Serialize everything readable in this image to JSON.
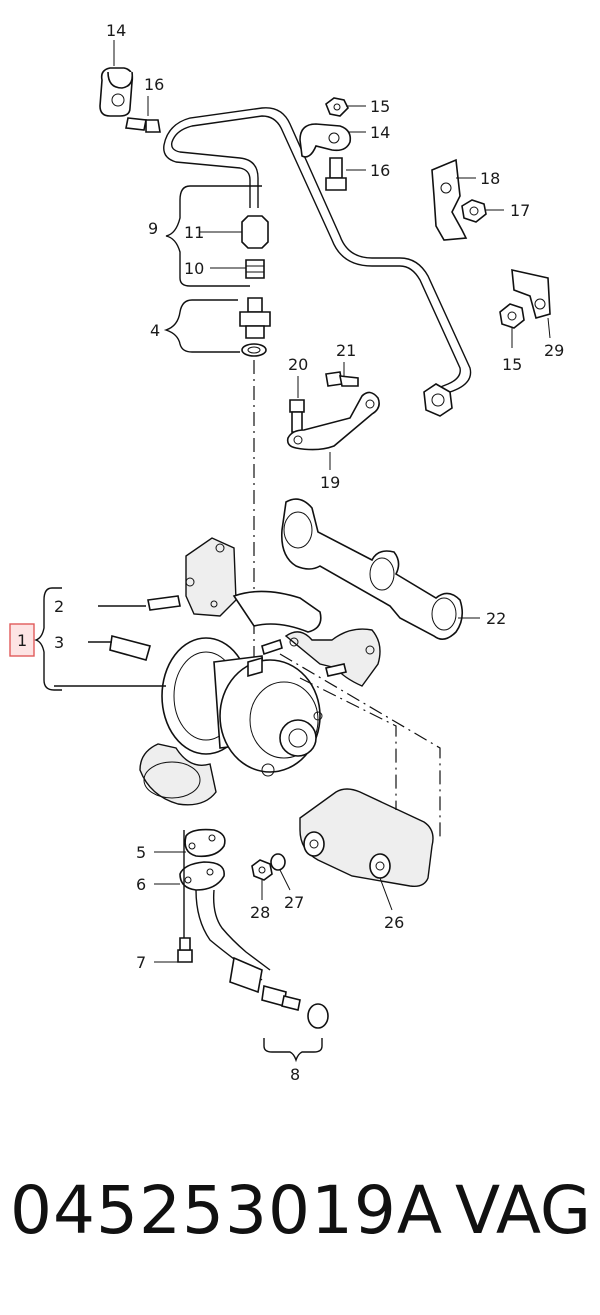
{
  "diagram": {
    "callouts": [
      {
        "id": "c14a",
        "text": "14"
      },
      {
        "id": "c16a",
        "text": "16"
      },
      {
        "id": "c15a",
        "text": "15"
      },
      {
        "id": "c14b",
        "text": "14"
      },
      {
        "id": "c16b",
        "text": "16"
      },
      {
        "id": "c18",
        "text": "18"
      },
      {
        "id": "c17",
        "text": "17"
      },
      {
        "id": "c9",
        "text": "9"
      },
      {
        "id": "c11",
        "text": "11"
      },
      {
        "id": "c10",
        "text": "10"
      },
      {
        "id": "c4",
        "text": "4"
      },
      {
        "id": "c15b",
        "text": "15"
      },
      {
        "id": "c29",
        "text": "29"
      },
      {
        "id": "c20",
        "text": "20"
      },
      {
        "id": "c21",
        "text": "21"
      },
      {
        "id": "c19",
        "text": "19"
      },
      {
        "id": "c22",
        "text": "22"
      },
      {
        "id": "c1",
        "text": "1"
      },
      {
        "id": "c2",
        "text": "2"
      },
      {
        "id": "c3",
        "text": "3"
      },
      {
        "id": "c5",
        "text": "5"
      },
      {
        "id": "c6",
        "text": "6"
      },
      {
        "id": "c7",
        "text": "7"
      },
      {
        "id": "c28",
        "text": "28"
      },
      {
        "id": "c27",
        "text": "27"
      },
      {
        "id": "c26",
        "text": "26"
      },
      {
        "id": "c8",
        "text": "8"
      }
    ],
    "highlight_color": "#e05a5a",
    "highlight_fill": "#fde4e4"
  },
  "footer": {
    "part_number": "045253019A",
    "brand": "VAG"
  }
}
